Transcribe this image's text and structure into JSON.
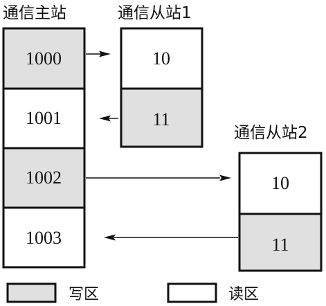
{
  "master": {
    "title": "通信主站",
    "cells": [
      {
        "value": "1000",
        "area": "write"
      },
      {
        "value": "1001",
        "area": "read"
      },
      {
        "value": "1002",
        "area": "write"
      },
      {
        "value": "1003",
        "area": "read"
      }
    ]
  },
  "slave1": {
    "title": "通信从站1",
    "cells": [
      {
        "value": "10",
        "area": "read"
      },
      {
        "value": "11",
        "area": "write"
      }
    ]
  },
  "slave2": {
    "title": "通信从站2",
    "cells": [
      {
        "value": "10",
        "area": "read"
      },
      {
        "value": "11",
        "area": "write"
      }
    ]
  },
  "legend": {
    "write_label": "写区",
    "read_label": "读区"
  },
  "colors": {
    "write_fill": "#e0e0e0",
    "read_fill": "#ffffff",
    "stroke": "#111111"
  }
}
